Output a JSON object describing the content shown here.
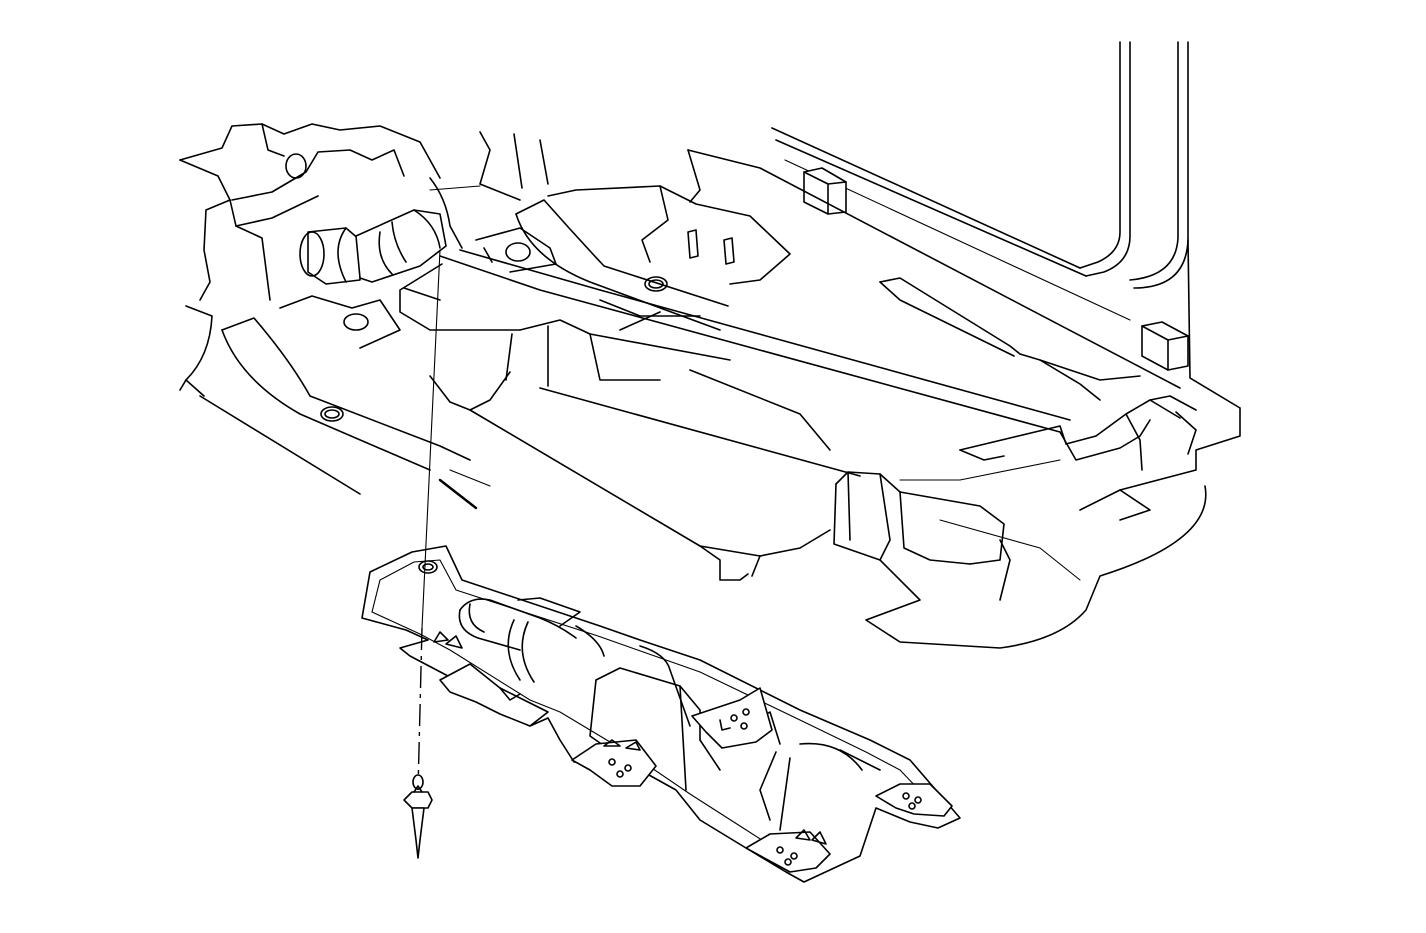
{
  "figure": {
    "colors": {
      "line": "#000000",
      "background": "#ffffff"
    },
    "parts": [
      {
        "id": "vehicle-underbody",
        "icon": "underbody-illustration"
      },
      {
        "id": "underbody-shield",
        "icon": "shield-panel-illustration"
      },
      {
        "id": "push-pin-retainer",
        "icon": "push-pin-fastener"
      },
      {
        "id": "installation-centerline",
        "icon": "dash-dot-leader-line"
      }
    ]
  }
}
